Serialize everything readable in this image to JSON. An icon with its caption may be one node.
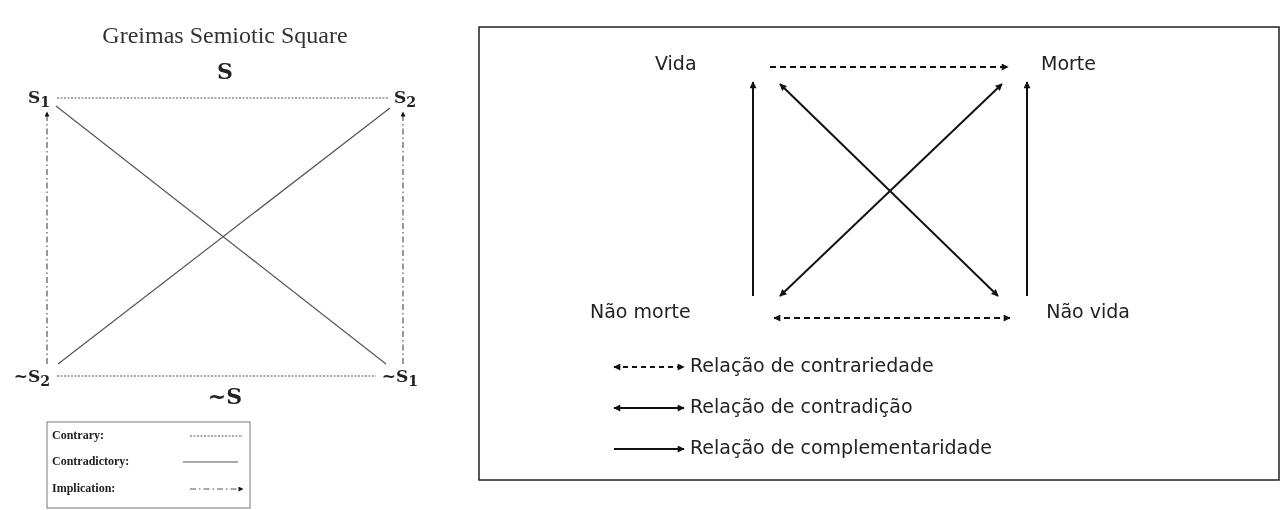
{
  "diagram": {
    "title": "Greimas Semiotic Square",
    "nodes": [
      {
        "text": [
          "S$_{1}$"
        ]
      },
      {
        "text": [
          "S$_{2}$"
        ]
      },
      {
        "text": [
          "~S$_{2}$"
        ]
      },
      {
        "text": [
          "~S$_{1}$"
        ]
      },
      {
        "text": [
          "Vida"
        ]
      },
      {
        "text": [
          "Morte"
        ]
      },
      {
        "text": [
          "Não morte"
        ]
      },
      {
        "text": [
          "Não vida"
        ]
      }
    ],
    "edges": [
      {
        "from": 0,
        "to": 1,
        "arrow": "none",
        "style": "dashed",
        "label": "S"
      },
      {
        "from": 2,
        "to": 3,
        "arrow": "none",
        "style": "dashed",
        "label": "~S"
      },
      {
        "from": 0,
        "to": 3,
        "arrow": "none"
      },
      {
        "from": 1,
        "to": 2,
        "arrow": "none"
      },
      {
        "from": 2,
        "to": 0,
        "arrow": "to",
        "style": "dashed"
      },
      {
        "from": 3,
        "to": 1,
        "arrow": "to",
        "style": "dashed"
      },
      {
        "from": 4,
        "to": 5,
        "arrow": "to",
        "style": "dashed"
      },
      {
        "from": 6,
        "to": 7,
        "arrow": "both",
        "style": "dashed"
      },
      {
        "from": 4,
        "to": 7,
        "arrow": "both"
      },
      {
        "from": 5,
        "to": 6,
        "arrow": "both"
      },
      {
        "from": 6,
        "to": 4,
        "arrow": "to"
      },
      {
        "from": 7,
        "to": 5,
        "arrow": "to"
      }
    ],
    "legend": [
      {
        "text": "Contrary:"
      },
      {
        "text": "Contradictory:"
      },
      {
        "text": "Implication:"
      },
      {
        "text": "Relação de contrariedade"
      },
      {
        "text": "Relação de contradição"
      },
      {
        "text": "Relação de complementaridade"
      }
    ]
  }
}
